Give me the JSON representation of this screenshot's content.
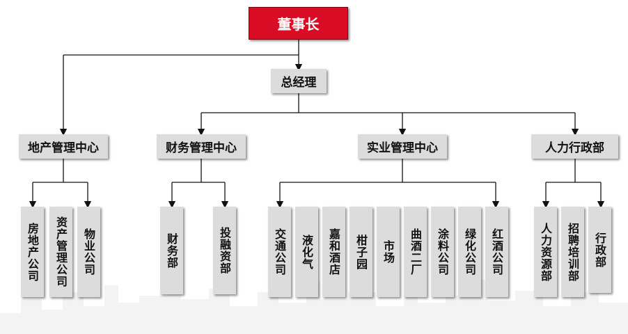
{
  "chairman": "董事长",
  "general_manager": "总经理",
  "centers": [
    {
      "label": "地产管理中心",
      "subs": [
        "房地产公司",
        "资产管理公司",
        "物业公司"
      ]
    },
    {
      "label": "财务管理中心",
      "subs": [
        "财务部",
        "投融资部"
      ]
    },
    {
      "label": "实业管理中心",
      "subs": [
        "交通公司",
        "液化气",
        "嘉和酒店",
        "柑子园",
        "市场",
        "曲酒二厂",
        "涂料公司",
        "绿化公司",
        "红酒公司"
      ]
    },
    {
      "label": "人力行政部",
      "subs": [
        "人力资源部",
        "招聘培训部",
        "行政部"
      ]
    }
  ],
  "colors": {
    "chairman": "#d80c24",
    "box": "#dcdcdc",
    "line": "#111111"
  }
}
